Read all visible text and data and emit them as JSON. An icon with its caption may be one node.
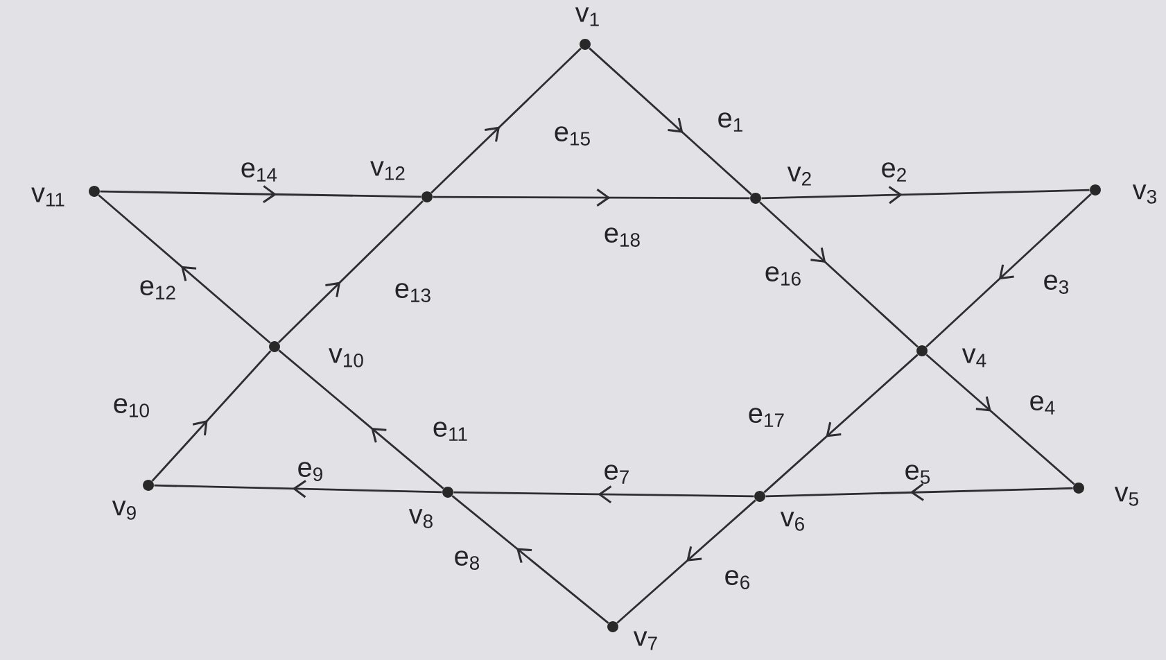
{
  "diagram": {
    "nodes": [
      {
        "text": [
          "v$_{1}$"
        ]
      },
      {
        "text": [
          "v$_{2}$"
        ]
      },
      {
        "text": [
          "v$_{3}$"
        ]
      },
      {
        "text": [
          "v$_{4}$"
        ]
      },
      {
        "text": [
          "v$_{5}$"
        ]
      },
      {
        "text": [
          "v$_{6}$"
        ]
      },
      {
        "text": [
          "v$_{7}$"
        ]
      },
      {
        "text": [
          "v$_{8}$"
        ]
      },
      {
        "text": [
          "v$_{9}$"
        ]
      },
      {
        "text": [
          "v$_{10}$"
        ]
      },
      {
        "text": [
          "v$_{11}$"
        ]
      },
      {
        "text": [
          "v$_{12}$"
        ]
      }
    ],
    "edges": [
      {
        "from": 0,
        "to": 1,
        "arrow": "to",
        "label": "e$_{1}$"
      },
      {
        "from": 1,
        "to": 2,
        "arrow": "to",
        "label": "e$_{2}$"
      },
      {
        "from": 2,
        "to": 3,
        "arrow": "to",
        "label": "e$_{3}$"
      },
      {
        "from": 3,
        "to": 4,
        "arrow": "to",
        "label": "e$_{4}$"
      },
      {
        "from": 4,
        "to": 5,
        "arrow": "to",
        "label": "e$_{5}$"
      },
      {
        "from": 5,
        "to": 6,
        "arrow": "to",
        "label": "e$_{6}$"
      },
      {
        "from": 5,
        "to": 7,
        "arrow": "to",
        "label": "e$_{7}$"
      },
      {
        "from": 6,
        "to": 7,
        "arrow": "to",
        "label": "e$_{8}$"
      },
      {
        "from": 7,
        "to": 8,
        "arrow": "to",
        "label": "e$_{9}$"
      },
      {
        "from": 8,
        "to": 9,
        "arrow": "to",
        "label": "e$_{10}$"
      },
      {
        "from": 7,
        "to": 9,
        "arrow": "to",
        "label": "e$_{11}$"
      },
      {
        "from": 9,
        "to": 10,
        "arrow": "to",
        "label": "e$_{12}$"
      },
      {
        "from": 9,
        "to": 11,
        "arrow": "to",
        "label": "e$_{13}$"
      },
      {
        "from": 10,
        "to": 11,
        "arrow": "to",
        "label": "e$_{14}$"
      },
      {
        "from": 11,
        "to": 0,
        "arrow": "to",
        "label": "e$_{15}$"
      },
      {
        "from": 1,
        "to": 3,
        "arrow": "to",
        "label": "e$_{16}$"
      },
      {
        "from": 3,
        "to": 5,
        "arrow": "to",
        "label": "e$_{17}$"
      },
      {
        "from": 11,
        "to": 1,
        "arrow": "to",
        "label": "e$_{18}$"
      }
    ]
  }
}
